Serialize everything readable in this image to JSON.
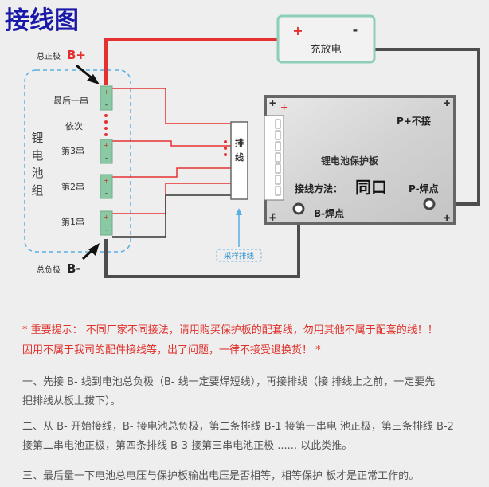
{
  "title": "接线图",
  "labels": {
    "b_plus_prefix": "总正极",
    "b_plus": "B+",
    "b_minus_prefix": "总负极",
    "b_minus": "B-",
    "battery_group": [
      "锂",
      "电",
      "池",
      "组"
    ],
    "last_string": "最后一串",
    "etc": "依次",
    "string3": "第3串",
    "string2": "第2串",
    "string1": "第1串",
    "cable": [
      "排",
      "线"
    ],
    "sample_cable": "采样排线",
    "charger": "充放电",
    "charger_plus": "+",
    "charger_minus": "-",
    "board_name": "锂电池保护板",
    "p_plus_note": "P+不接",
    "wiring_method_label": "接线方法：",
    "wiring_method_value": "同口",
    "p_minus": "P-焊点",
    "b_minus_pad": "B-焊点",
    "board_plus": "+",
    "board_minus": "-",
    "cell_plus": "+",
    "cell_minus": "-"
  },
  "notes": {
    "warning_line1": "* 重要提示：  不同厂家不同接法，请用购买保护板的配套线，勿用其他不属于配套的线！！",
    "warning_line2": "因用不属于我司的配件接线等，出了问题，一律不接受退换货！ *",
    "step1_line1": "一、先接 B- 线到电池总负极（B- 线一定要焊短线），再接排线（接 排线上之前，一定要先",
    "step1_line2": "把排线从板上拔下）。",
    "step2_line1": "二、从 B- 开始接线，B- 接电池总负极，第二条排线 B-1 接第一串电 池正极，第三条排线 B-2",
    "step2_line2": "接第二串电池正极，第四条排线 B-3 接第三串电池正极 ...... 以此类推。",
    "step3_line1": "三、最后量一下电池总电压与保护板输出电压是否相等，相等保护 板才是正常工作的。"
  },
  "colors": {
    "title": "#1a1aa8",
    "red_wire": "#e53030",
    "gray_wire": "#4d4d4d",
    "cell": "#8bc9a4",
    "board_border": "#666666",
    "charger_border": "#8ccfb6",
    "group_border": "#5aaee6",
    "sample_arrow": "#5aaee6",
    "warning_text": "#e0302a"
  }
}
